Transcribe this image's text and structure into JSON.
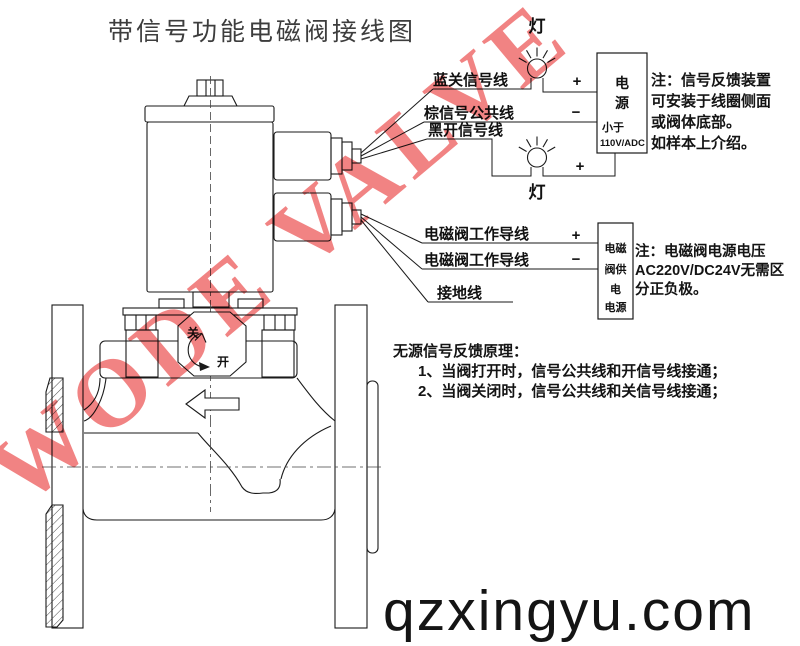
{
  "title": "带信号功能电磁阀接线图",
  "watermark": "WODE VALVE",
  "footer": "qzxingyu.com",
  "signal_circuit": {
    "wire_blue": "蓝关信号线",
    "wire_brown": "棕信号公共线",
    "wire_black": "黑开信号线",
    "lamp_top": "灯",
    "lamp_bottom": "灯",
    "plus_top": "+",
    "minus": "−",
    "plus_bottom": "+",
    "power_box": {
      "l1": "电",
      "l2": "源",
      "l3": "小于",
      "l4": "110V/ADC"
    },
    "note_l1": "注：信号反馈装置",
    "note_l2": "可安装于线圈侧面",
    "note_l3": "或阀体底部。",
    "note_l4": "如样本上介绍。"
  },
  "supply_circuit": {
    "wire_pos": "电磁阀工作导线",
    "wire_neg": "电磁阀工作导线",
    "wire_ground": "接地线",
    "plus": "+",
    "minus": "−",
    "supply_box": {
      "l1": "电磁",
      "l2": "阀供",
      "l3": "电",
      "l4": "电源"
    },
    "note_l1": "注：电磁阀电源电压",
    "note_l2": "AC220V/DC24V无需区",
    "note_l3": "分正负极。"
  },
  "principle": {
    "heading": "无源信号反馈原理：",
    "item1": "1、当阀打开时，信号公共线和开信号线接通；",
    "item2": "2、当阀关闭时，信号公共线和关信号线接通；"
  },
  "valve": {
    "close_label": "关",
    "open_label": "开"
  },
  "colors": {
    "line": "#1a1a1a",
    "watermark": "#ee6464"
  }
}
